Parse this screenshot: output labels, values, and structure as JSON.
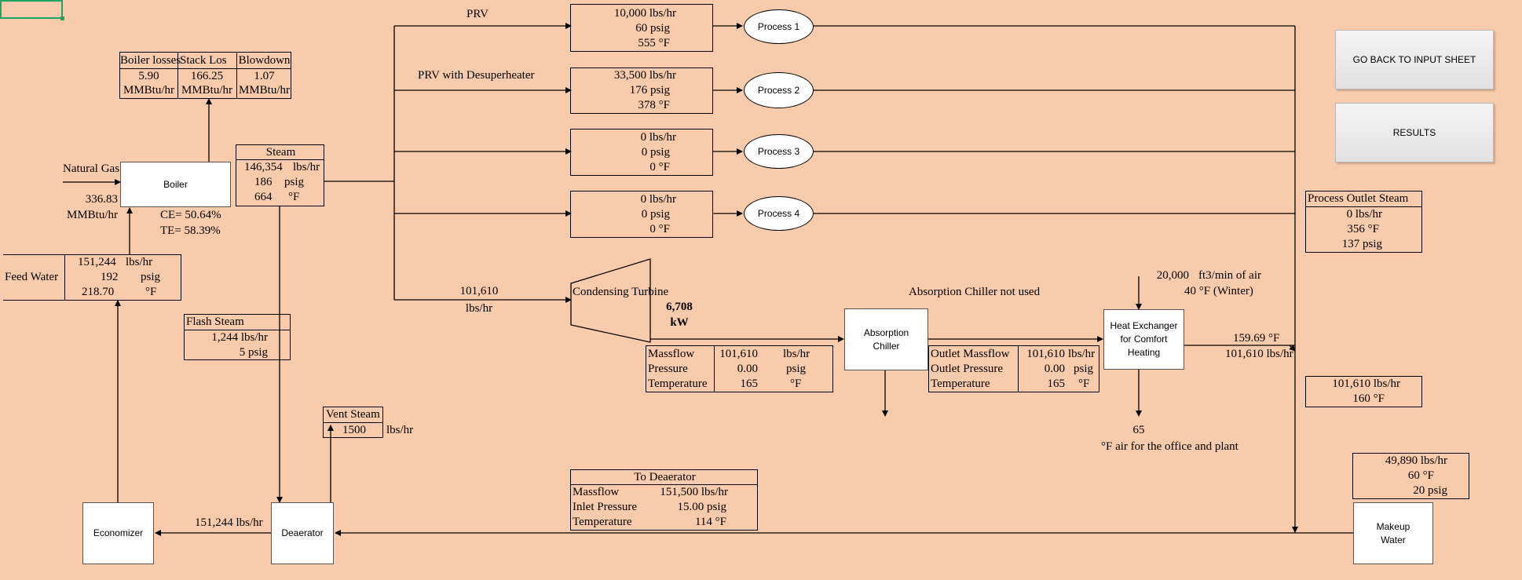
{
  "buttons": {
    "back": "GO BACK TO INPUT SHEET",
    "results": "RESULTS"
  },
  "boiler": {
    "label": "Boiler",
    "ce": "CE= 50.64%",
    "te": "TE= 58.39%"
  },
  "natural_gas": {
    "label": "Natural Gas",
    "value": "336.83",
    "unit": "MMBtu/hr"
  },
  "losses": {
    "headers": [
      "Boiler losses",
      "Stack Los",
      "Blowdown"
    ],
    "values": [
      "5.90",
      "166.25",
      "1.07"
    ],
    "units": [
      "MMBtu/hr",
      "MMBtu/hr",
      "MMBtu/hr"
    ]
  },
  "steam": {
    "title": "Steam",
    "flow": "146,354",
    "flow_unit": "lbs/hr",
    "pressure": "186",
    "pressure_unit": "psig",
    "temp": "664",
    "temp_unit": "°F"
  },
  "feed_water": {
    "label": "Feed Water",
    "flow": "151,244",
    "flow_unit": "lbs/hr",
    "pressure": "192",
    "pressure_unit": "psig",
    "temp": "218.70",
    "temp_unit": "°F"
  },
  "flash_steam": {
    "title": "Flash Steam",
    "flow": "1,244 lbs/hr",
    "pressure": "5 psig"
  },
  "vent_steam": {
    "title": "Vent Steam",
    "value": "1500",
    "unit": "lbs/hr"
  },
  "labels": {
    "prv": "PRV",
    "prv_desup": "PRV with Desuperheater",
    "turbine_flow": "101,610",
    "turbine_flow_unit": "lbs/hr",
    "absorption_note": "Absorption Chiller not used"
  },
  "process_streams": [
    {
      "flow": "10,000 lbs/hr",
      "pressure": "60 psig",
      "temp": "555 °F",
      "process": "Process 1"
    },
    {
      "flow": "33,500 lbs/hr",
      "pressure": "176 psig",
      "temp": "378 °F",
      "process": "Process 2"
    },
    {
      "flow": "0 lbs/hr",
      "pressure": "0 psig",
      "temp": "0 °F",
      "process": "Process 3"
    },
    {
      "flow": "0 lbs/hr",
      "pressure": "0 psig",
      "temp": "0 °F",
      "process": "Process 4"
    }
  ],
  "turbine": {
    "label": "Condensing Turbine",
    "power": "6,708",
    "power_unit": "kW"
  },
  "turbine_out": {
    "rows": [
      {
        "label": "Massflow",
        "value": "101,610",
        "unit": "lbs/hr"
      },
      {
        "label": "Pressure",
        "value": "0.00",
        "unit": "psig"
      },
      {
        "label": "Temperature",
        "value": "165",
        "unit": "°F"
      }
    ]
  },
  "absorption_chiller": {
    "label": "Absorption Chiller"
  },
  "chiller_out": {
    "rows": [
      {
        "label": "Outlet Massflow",
        "value": "101,610",
        "unit": "lbs/hr"
      },
      {
        "label": "Outlet Pressure",
        "value": "0.00",
        "unit": "psig"
      },
      {
        "label": "Temperature",
        "value": "165",
        "unit": "°F"
      }
    ]
  },
  "heat_exchanger": {
    "label": "Heat Exchanger for Comfort Heating",
    "air_flow": "20,000",
    "air_flow_unit": "ft3/min of air",
    "air_temp": "40 °F (Winter)",
    "out_temp": "159.69 °F",
    "out_flow": "101,610 lbs/hr",
    "air_out_temp": "65",
    "air_out_note": "°F air for the office and plant"
  },
  "process_outlet": {
    "title": "Process Outlet Steam",
    "flow": "0 lbs/hr",
    "temp": "356 °F",
    "pressure": "137 psig"
  },
  "return_box": {
    "flow": "101,610 lbs/hr",
    "temp": "160 °F"
  },
  "makeup": {
    "label": "Makeup Water",
    "flow": "49,890 lbs/hr",
    "temp": "60 °F",
    "pressure": "20 psig"
  },
  "to_deaerator": {
    "title": "To Deaerator",
    "rows": [
      {
        "label": "Massflow",
        "value": "151,500 lbs/hr"
      },
      {
        "label": "Inlet Pressure",
        "value": "15.00 psig"
      },
      {
        "label": "Temperature",
        "value": "114 °F"
      }
    ]
  },
  "deaerator": {
    "label": "Deaerator"
  },
  "economizer": {
    "label": "Economizer",
    "flow": "151,244 lbs/hr"
  }
}
